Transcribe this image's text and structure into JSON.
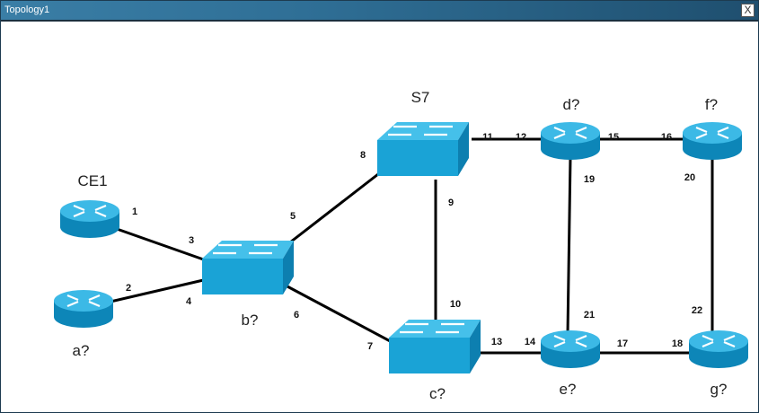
{
  "window": {
    "title": "Topology1",
    "close_label": "X"
  },
  "devices": {
    "ce1": {
      "label": "CE1",
      "type": "router"
    },
    "a": {
      "label": "a?",
      "type": "router"
    },
    "b": {
      "label": "b?",
      "type": "switch"
    },
    "s7": {
      "label": "S7",
      "type": "switch"
    },
    "c": {
      "label": "c?",
      "type": "switch"
    },
    "d": {
      "label": "d?",
      "type": "router"
    },
    "e": {
      "label": "e?",
      "type": "router"
    },
    "f": {
      "label": "f?",
      "type": "router"
    },
    "g": {
      "label": "g?",
      "type": "router"
    }
  },
  "ports": [
    "1",
    "2",
    "3",
    "4",
    "5",
    "6",
    "7",
    "8",
    "9",
    "10",
    "11",
    "12",
    "13",
    "14",
    "15",
    "16",
    "17",
    "18",
    "19",
    "20",
    "21",
    "22"
  ],
  "colors": {
    "device": "#1aa3d6",
    "device_dark": "#0d7fb0",
    "device_top": "#45c0ea"
  }
}
